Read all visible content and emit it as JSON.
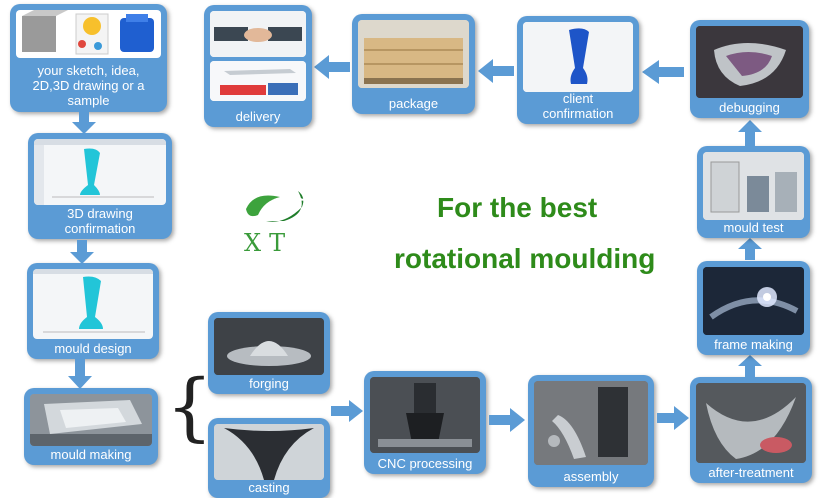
{
  "steps": {
    "sketch": "your sketch, idea, 2D,3D drawing or a sample",
    "drawing_confirmation": "3D drawing confirmation",
    "mould_design": "mould design",
    "mould_making": "mould making",
    "forging": "forging",
    "casting": "casting",
    "cnc": "CNC processing",
    "assembly": "assembly",
    "after_treatment": "after-treatment",
    "frame_making": "frame making",
    "mould_test": "mould test",
    "debugging": "debugging",
    "client_confirmation": "client confirmation",
    "package": "package",
    "delivery": "delivery"
  },
  "headline": {
    "line1": "For the best",
    "line2": "rotational moulding"
  },
  "logo": {
    "text": "XT"
  },
  "colors": {
    "card": "#5b9bd5",
    "arrow": "#5b9bd5",
    "headline": "#2e8b1a",
    "logo": "#3a9b3a"
  }
}
